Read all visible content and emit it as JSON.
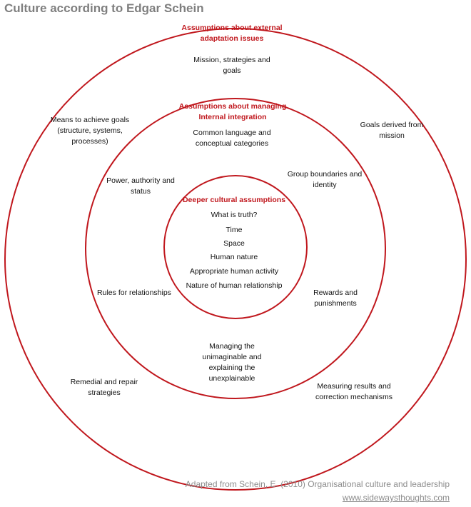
{
  "title": "Culture according to Edgar Schein",
  "colors": {
    "ring": "#c0171d",
    "layer_title": "#c0171d",
    "title": "#7f7f7f",
    "credit": "#8c8c8c"
  },
  "outer": {
    "title": "Assumptions about external\nadaptation issues",
    "items": [
      "Mission, strategies and\ngoals",
      "Means to achieve goals\n(structure, systems,\nprocesses)",
      "Goals derived from\nmission",
      "Remedial and repair\nstrategies",
      "Measuring results and\ncorrection mechanisms"
    ]
  },
  "middle": {
    "title": "Assumptions about managing\nInternal integration",
    "items": [
      "Common language and\nconceptual categories",
      "Power, authority and\nstatus",
      "Group boundaries and\nidentity",
      "Rules for relationships",
      "Rewards and\npunishments",
      "Managing the\nunimaginable and\nexplaining the\nunexplainable"
    ]
  },
  "inner": {
    "title": "Deeper cultural assumptions",
    "items": [
      "What is truth?",
      "Time",
      "Space",
      "Human nature",
      "Appropriate human activity",
      "Nature of human relationship"
    ]
  },
  "footer": {
    "source": "Adapted from Schein, E. (2010) Organisational culture and leadership",
    "website": "www.sidewaysthoughts.com"
  }
}
